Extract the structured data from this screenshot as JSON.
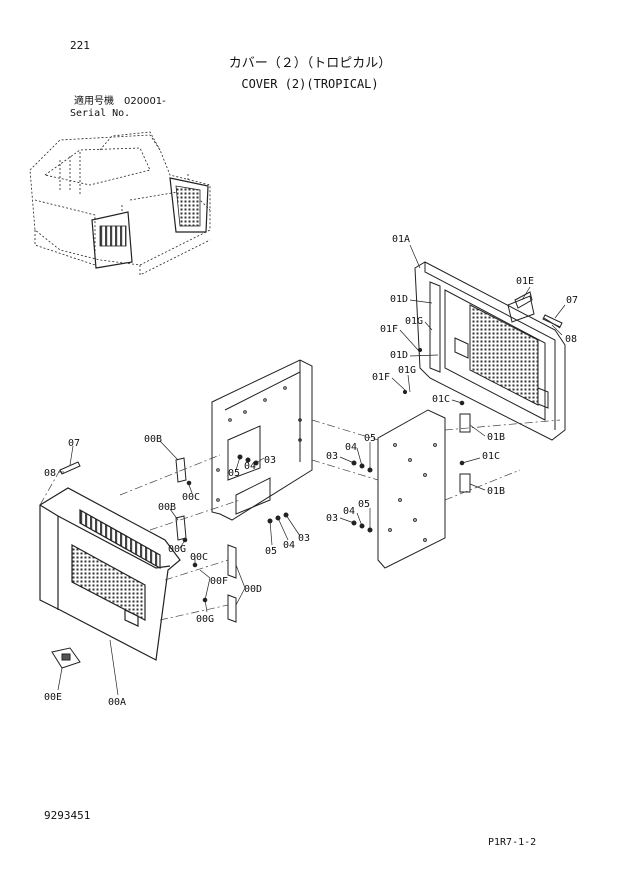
{
  "header": {
    "page_number": "221",
    "title_jp": "カバー（２）（トロピカル）",
    "title_en": "COVER (2)(TROPICAL)",
    "serial_label_jp": "適用号機　020001-",
    "serial_label_en": "Serial No."
  },
  "footer": {
    "doc_number": "9293451",
    "page_code": "P1R7-1-2"
  },
  "callouts": {
    "c01A": "01A",
    "c01E": "01E",
    "c07r": "07",
    "c08r": "08",
    "c01D1": "01D",
    "c01G1": "01G",
    "c01F1": "01F",
    "c01D2": "01D",
    "c01F2": "01F",
    "c01G2": "01G",
    "c01C1": "01C",
    "c01B1": "01B",
    "c01C2": "01C",
    "c01B2": "01B",
    "c03a": "03",
    "c04a": "04",
    "c05a": "05",
    "c03b": "03",
    "c04b": "04",
    "c05b": "05",
    "c07l": "07",
    "c08l": "08",
    "c00B1": "00B",
    "c00C1": "00C",
    "c05c": "05",
    "c04c": "04",
    "c03c": "03",
    "c00B2": "00B",
    "c00G1": "00G",
    "c00C2": "00C",
    "c05d": "05",
    "c04d": "04",
    "c03d": "03",
    "c00F": "00F",
    "c00D": "00D",
    "c00G2": "00G",
    "c00E": "00E",
    "c00A": "00A"
  },
  "colors": {
    "line": "#222222",
    "paper": "#ffffff"
  }
}
